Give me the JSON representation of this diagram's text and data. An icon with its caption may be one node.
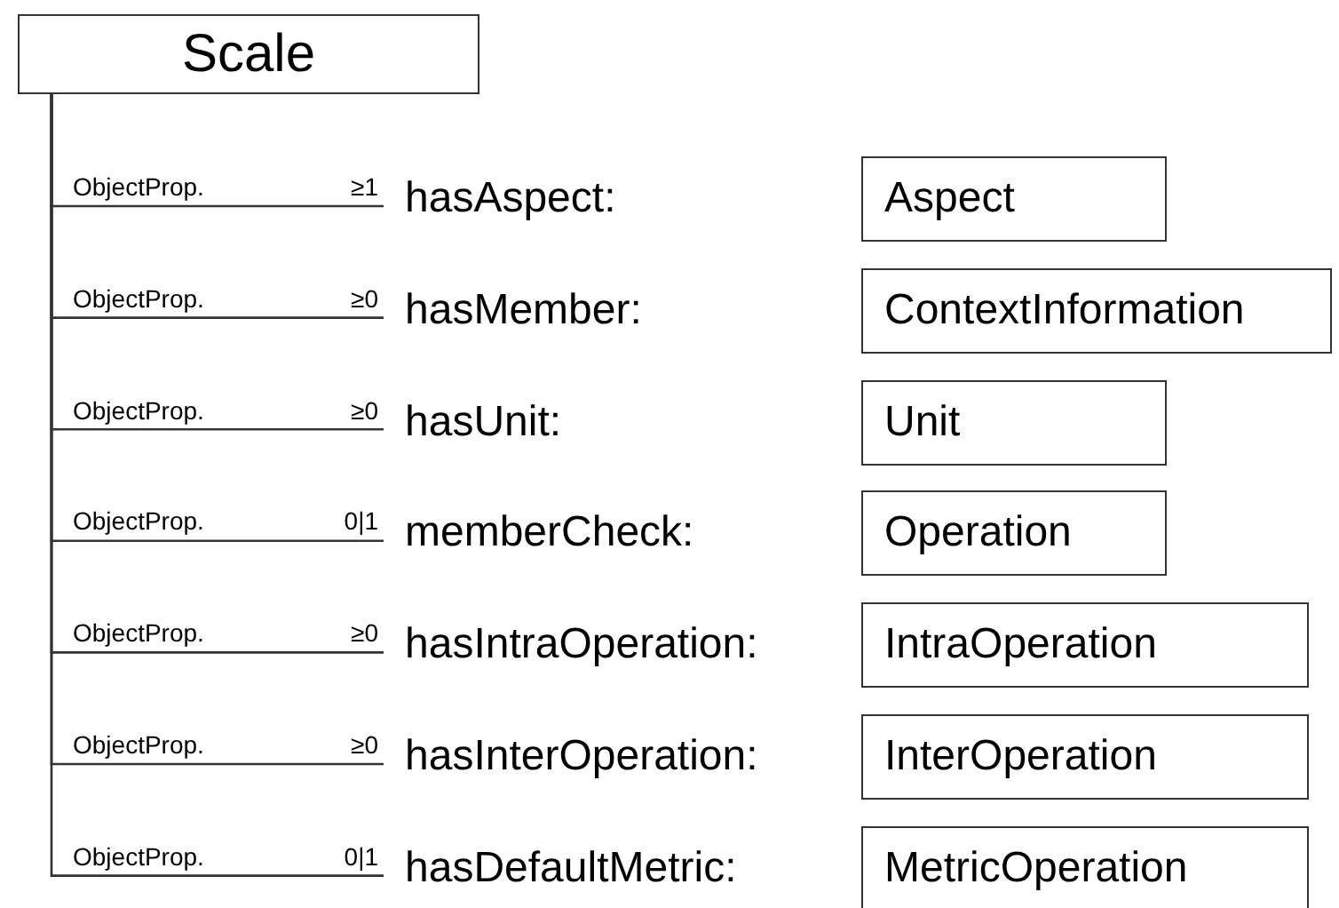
{
  "diagram": {
    "nodes": [
      {
        "text": [
          "Scale"
        ]
      },
      {
        "text": [
          "hasAspect:"
        ],
        "beside": [
          "≥1"
        ]
      },
      {
        "text": [
          "Aspect"
        ]
      },
      {
        "text": [
          "hasMember:"
        ],
        "beside": [
          "≥0"
        ]
      },
      {
        "text": [
          "ContextInformation"
        ]
      },
      {
        "text": [
          "hasUnit:"
        ],
        "beside": [
          "≥0"
        ]
      },
      {
        "text": [
          "Unit"
        ]
      },
      {
        "text": [
          "memberCheck:"
        ],
        "beside": [
          "0|1"
        ]
      },
      {
        "text": [
          "Operation"
        ]
      },
      {
        "text": [
          "hasIntraOperation:"
        ],
        "beside": [
          "≥0"
        ]
      },
      {
        "text": [
          "IntraOperation"
        ]
      },
      {
        "text": [
          "hasInterOperation:"
        ],
        "beside": [
          "≥0"
        ]
      },
      {
        "text": [
          "InterOperation"
        ]
      },
      {
        "text": [
          "hasDefaultMetric:"
        ],
        "beside": [
          "0|1"
        ]
      },
      {
        "text": [
          "MetricOperation"
        ]
      }
    ],
    "edges": [
      {
        "from": 0,
        "to": 1,
        "arrow": "none",
        "label": "ObjectProp."
      },
      {
        "from": 0,
        "to": 3,
        "arrow": "none",
        "label": "ObjectProp."
      },
      {
        "from": 0,
        "to": 5,
        "arrow": "none",
        "label": "ObjectProp."
      },
      {
        "from": 0,
        "to": 7,
        "arrow": "none",
        "label": "ObjectProp."
      },
      {
        "from": 0,
        "to": 9,
        "arrow": "none",
        "label": "ObjectProp."
      },
      {
        "from": 0,
        "to": 11,
        "arrow": "none",
        "label": "ObjectProp."
      },
      {
        "from": 0,
        "to": 13,
        "arrow": "none",
        "label": "ObjectProp."
      }
    ]
  }
}
